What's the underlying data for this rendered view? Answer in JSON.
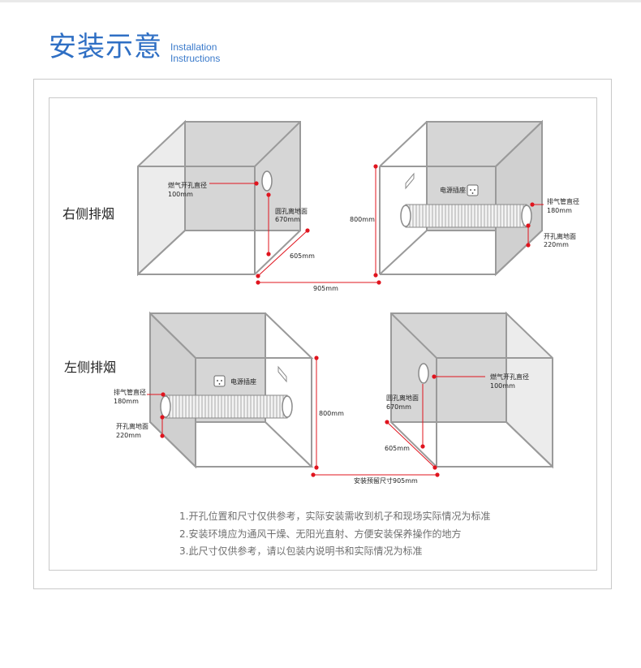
{
  "header": {
    "title_zh": "安装示意",
    "title_en_line1": "Installation",
    "title_en_line2": "Instructions"
  },
  "sections": {
    "right_exhaust": "右侧排烟",
    "left_exhaust": "左侧排烟"
  },
  "labels": {
    "gas_hole_diameter": "燃气开孔直径",
    "gas_hole_size": "100mm",
    "hole_height": "圆孔离地面",
    "hole_height_value": "670mm",
    "depth": "605mm",
    "width": "905mm",
    "height": "800mm",
    "power_socket": "电源插座",
    "exhaust_diameter": "排气管直径",
    "exhaust_size": "180mm",
    "hole_ground": "开孔离地面",
    "hole_ground_value": "220mm",
    "reserve_width": "安装预留尺寸905mm"
  },
  "notes": [
    "1.开孔位置和尺寸仅供参考，实际安装需收到机子和现场实际情况为标准",
    "2.安装环境应为通风干燥、无阳光直射、方便安装保养操作的地方",
    "3.此尺寸仅供参考，请以包装内说明书和实际情况为标准"
  ],
  "colors": {
    "accent_blue": "#2f6fc4",
    "marker_red": "#e0141e",
    "box_fill": "#d7d7d7",
    "box_stroke": "#9a9a9a"
  }
}
